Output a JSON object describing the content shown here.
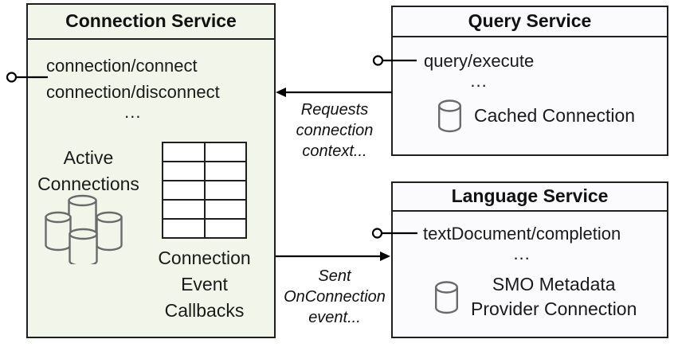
{
  "colors": {
    "connection_box_fill": "#f2f5ea",
    "service_box_fill": "#fbfbfd",
    "border": "#1f1f1f",
    "text": "#1a1a1a",
    "cylinder_stroke": "#6a6a6a",
    "connector_line": "#000000"
  },
  "connection_service": {
    "title": "Connection Service",
    "methods": [
      "connection/connect",
      "connection/disconnect"
    ],
    "ellipsis": "...",
    "active_connections_label": "Active\nConnections",
    "callbacks_label": "Connection\nEvent\nCallbacks",
    "callback_table": {
      "rows": 5,
      "columns": 2
    }
  },
  "query_service": {
    "title": "Query Service",
    "methods": [
      "query/execute"
    ],
    "ellipsis": "...",
    "cached_connection_label": "Cached Connection"
  },
  "language_service": {
    "title": "Language Service",
    "methods": [
      "textDocument/completion"
    ],
    "ellipsis": "...",
    "smo_label": "SMO Metadata\nProvider Connection"
  },
  "arrows": {
    "requests": {
      "label": "Requests\nconnection\ncontext...",
      "direction": "query-service-to-connection-service"
    },
    "sent": {
      "label": "Sent\nOnConnection\nevent...",
      "direction": "connection-service-to-language-service"
    }
  }
}
